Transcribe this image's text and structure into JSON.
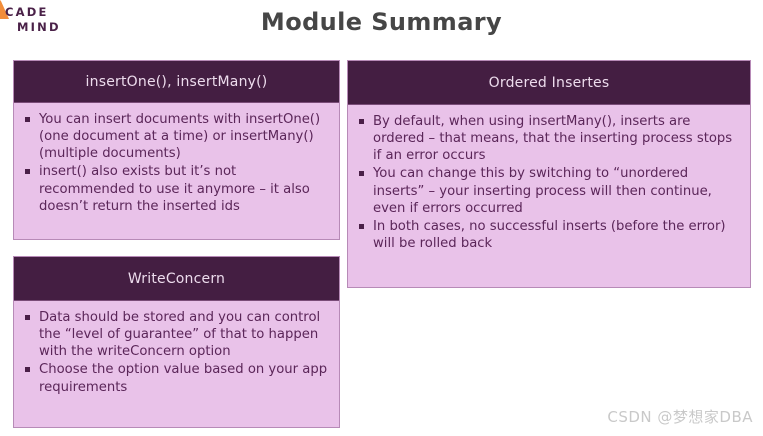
{
  "slide": {
    "title": "Module Summary",
    "background_color": "#ffffff",
    "title_color": "#464646"
  },
  "logo": {
    "line1": "CADE",
    "line2": "MIND",
    "mark_color": "#f28d3a",
    "text_color": "#4a2148"
  },
  "theme": {
    "header_bg": "#441e42",
    "header_text": "#eddced",
    "body_bg": "#e9c2e9",
    "body_text": "#5b2659",
    "border": "#b78ab7",
    "bullet_color": "#4a1f48"
  },
  "cards": [
    {
      "id": "insert",
      "header": "insertOne(), insertMany()",
      "bullets": [
        "You can insert documents with insertOne() (one document at a time) or insertMany() (multiple documents)",
        "insert() also exists but it’s not recommended to use it anymore – it also doesn’t return the inserted ids"
      ]
    },
    {
      "id": "ordered",
      "header": "Ordered Insertes",
      "bullets": [
        "By default, when using insertMany(), inserts are ordered – that means, that the inserting process stops if an error occurs",
        "You can change this by switching to “unordered inserts” – your inserting process will then continue, even if errors occurred",
        "In both cases, no successful inserts (before the error) will be rolled back"
      ]
    },
    {
      "id": "write",
      "header": "WriteConcern",
      "bullets": [
        "Data should be stored and you can control the “level of guarantee” of that to happen with the writeConcern option",
        "Choose the option value based on your app requirements"
      ]
    }
  ],
  "watermark": {
    "text": "CSDN @梦想家DBA",
    "color": "#c9c9c9"
  }
}
